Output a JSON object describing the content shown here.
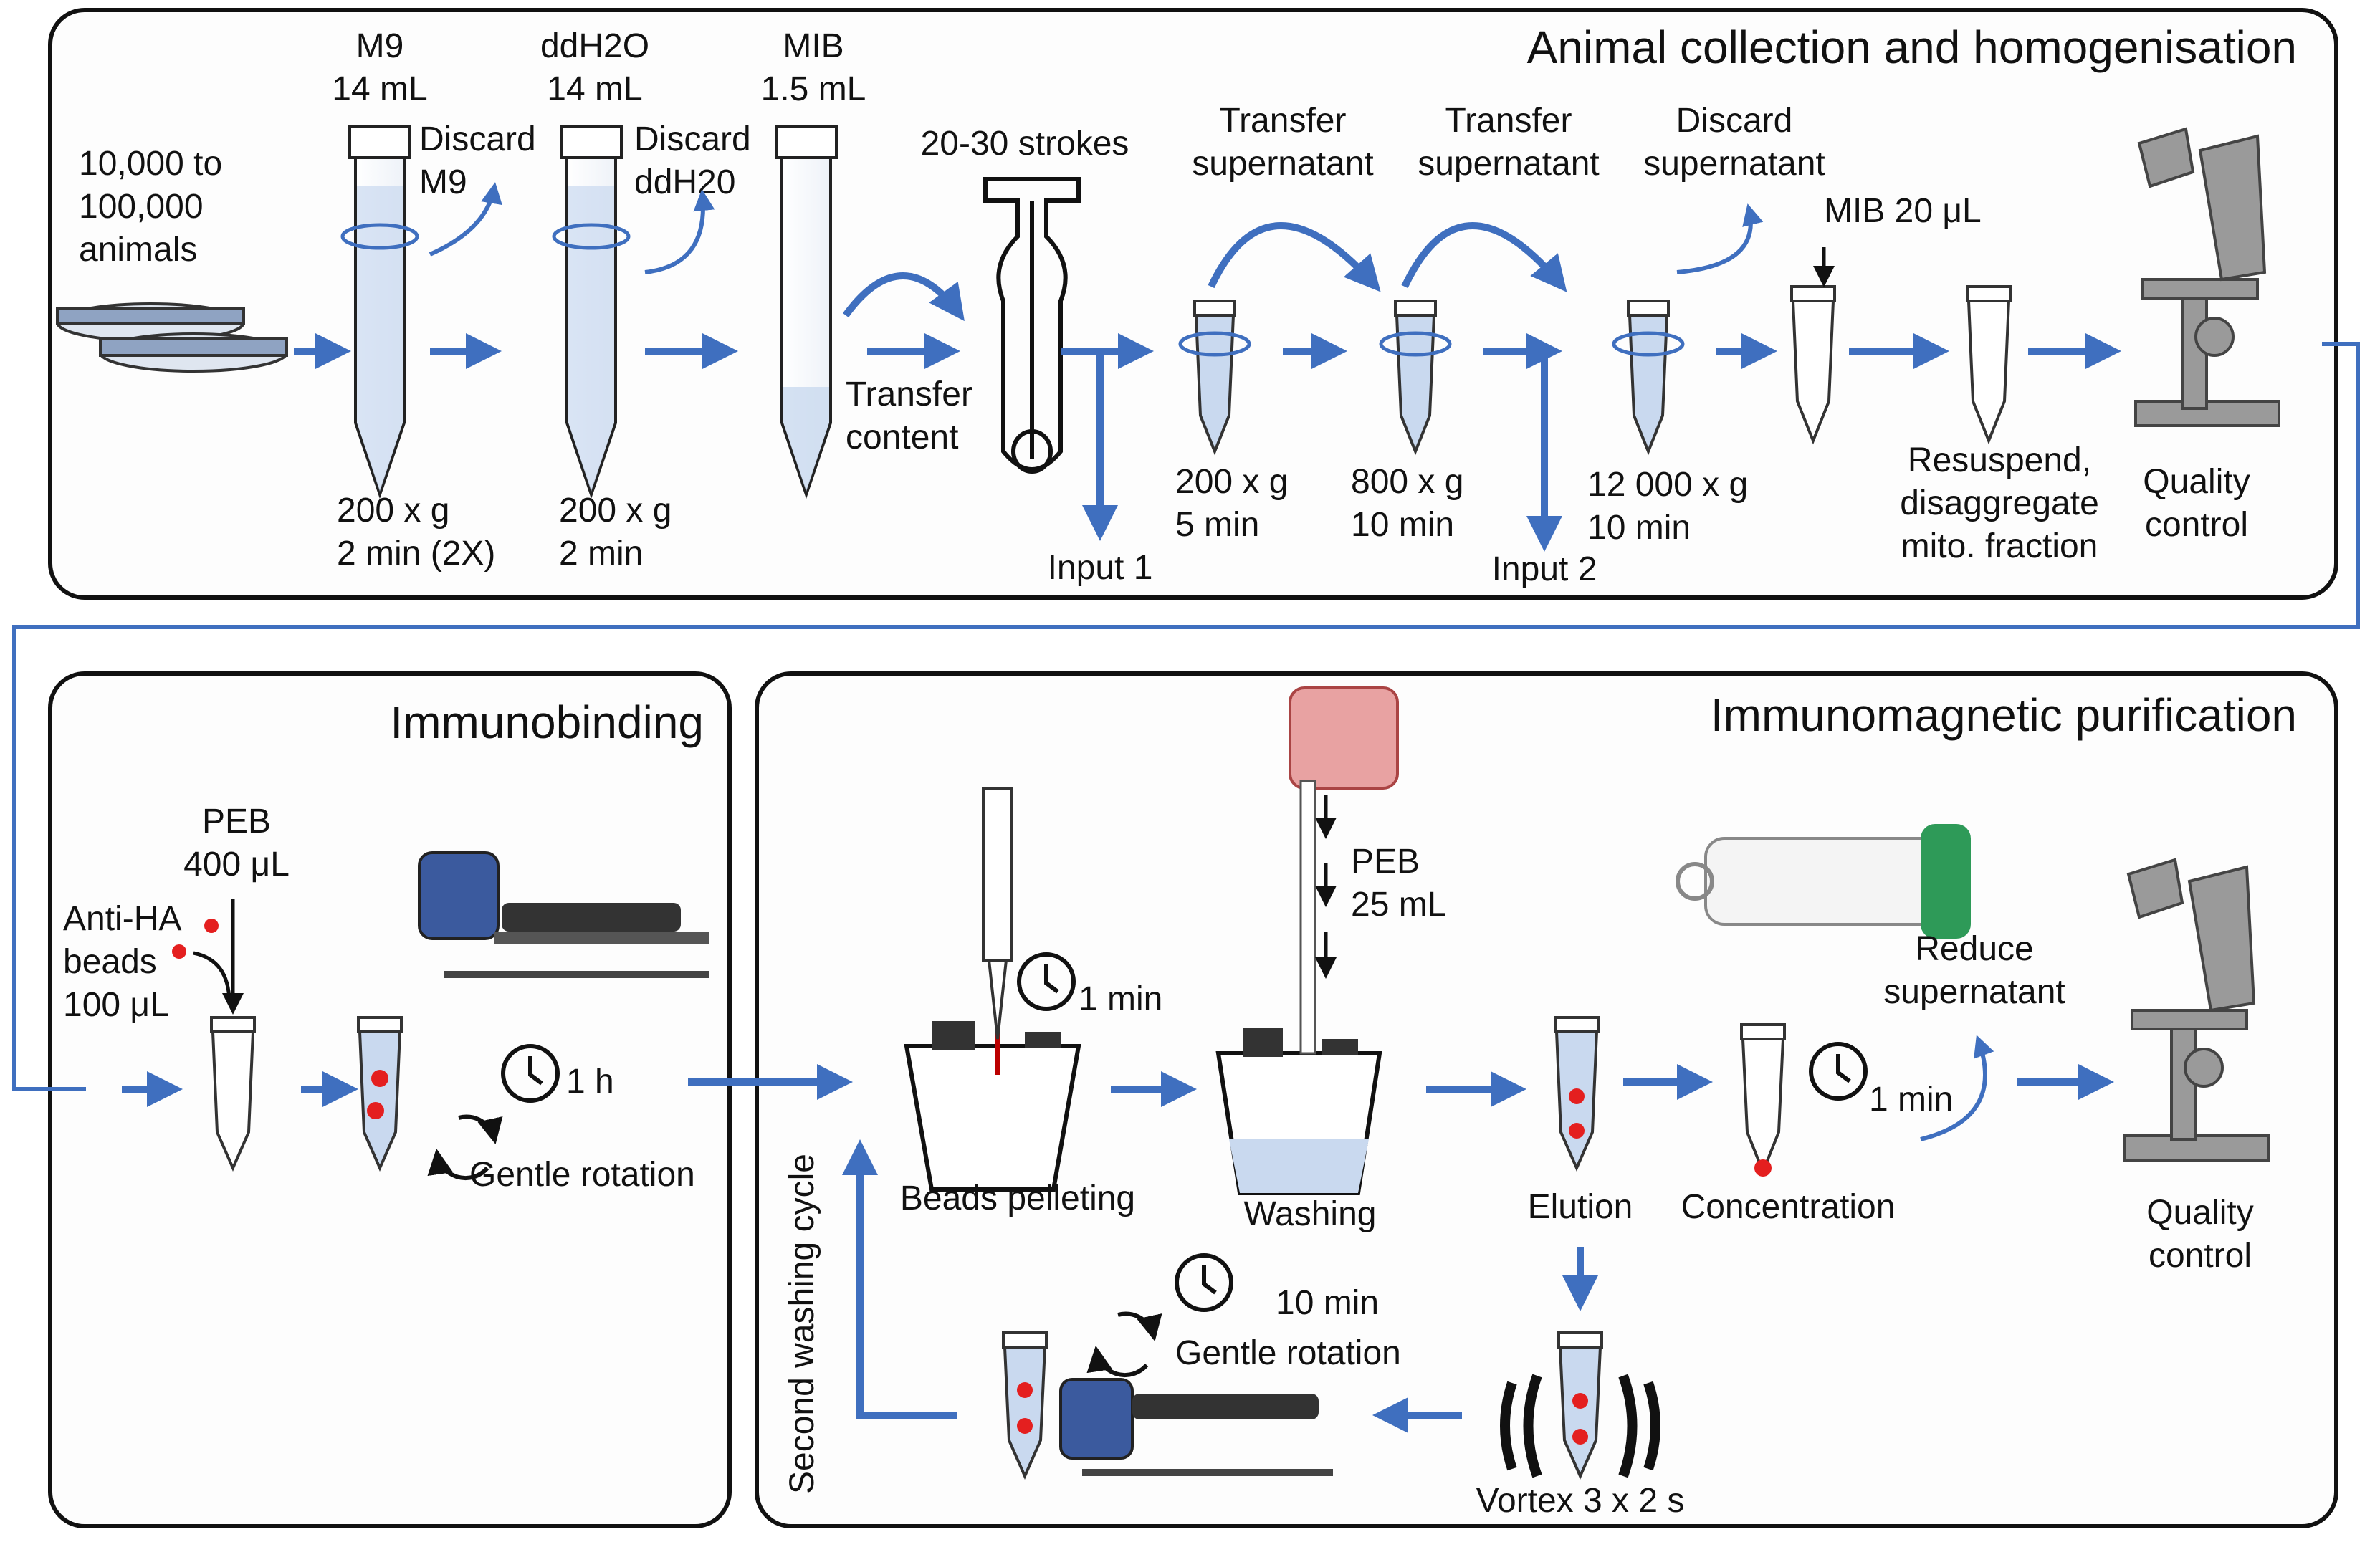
{
  "colors": {
    "arrow": "#3f6fbf",
    "bead": "#e41f1f",
    "panel_border": "#111111",
    "tube_fill": "#c9d9ef",
    "magnet": "#333333"
  },
  "panels": {
    "collection": {
      "title": "Animal collection and homogenisation"
    },
    "immunobinding": {
      "title": "Immunobinding"
    },
    "purification": {
      "title": "Immunomagnetic purification"
    }
  },
  "top": {
    "animals": "10,000 to\n100,000\nanimals",
    "tube1": {
      "top": "M9\n14 mL",
      "discard": "Discard\nM9",
      "bottom": "200 x g\n2 min (2X)"
    },
    "tube2": {
      "top": "ddH2O\n14 mL",
      "discard": "Discard\nddH20",
      "bottom": "200 x g\n2 min"
    },
    "tube3": {
      "top": "MIB\n1.5 mL"
    },
    "homogenizer": {
      "strokes": "20-30 strokes",
      "transfer": "Transfer\ncontent"
    },
    "input1": "Input 1",
    "input2": "Input 2",
    "spin1": {
      "above": "Transfer\nsupernatant",
      "below": "200 x g\n5 min"
    },
    "spin2": {
      "above": "Transfer\nsupernatant",
      "below": "800 x g\n10 min"
    },
    "spin3": {
      "above": "Discard\nsupernatant",
      "below": "12 000 x g\n10 min"
    },
    "mib20": "MIB 20 μL",
    "resuspend": "Resuspend,\ndisaggregate\nmito. fraction",
    "qc": "Quality\ncontrol"
  },
  "immuno": {
    "peb": "PEB\n400 μL",
    "beads": "Anti-HA\nbeads\n100 μL",
    "time": "1 h",
    "rotation": "Gentle rotation"
  },
  "purif": {
    "pelleting_time": "1 min",
    "pelleting": "Beads pelleting",
    "peb": "PEB\n25 mL",
    "washing": "Washing",
    "elution": "Elution",
    "concentration": "Concentration",
    "reduce": "Reduce\nsupernatant",
    "conc_time": "1 min",
    "qc": "Quality\ncontrol",
    "vortex": "Vortex  3 x 2 s",
    "rot_time": "10 min",
    "rotation": "Gentle rotation",
    "second_cycle": "Second washing cycle"
  }
}
